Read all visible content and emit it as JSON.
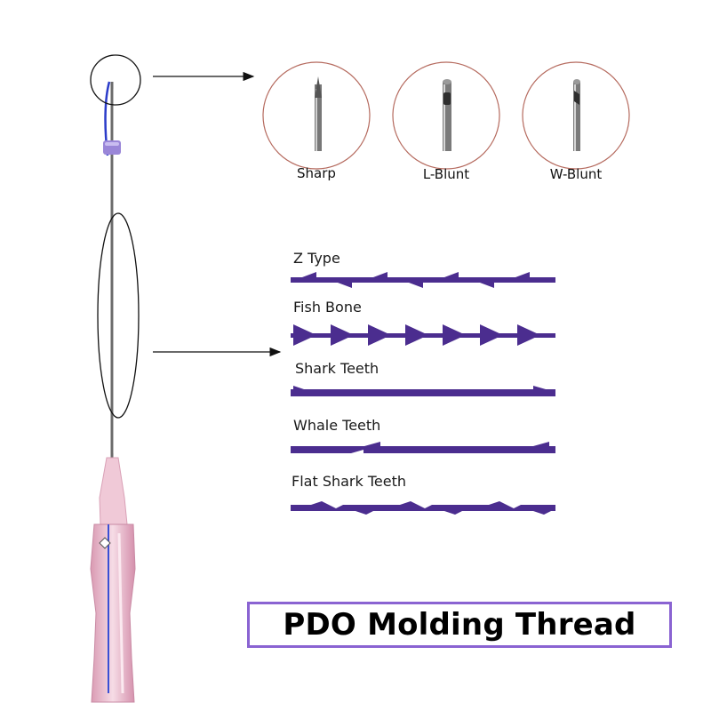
{
  "title": "PDO Molding Thread",
  "needle_tips": [
    {
      "label": "Sharp"
    },
    {
      "label": "L-Blunt"
    },
    {
      "label": "W-Blunt"
    }
  ],
  "thread_types": [
    {
      "label": "Z Type"
    },
    {
      "label": "Fish Bone"
    },
    {
      "label": "Shark Teeth"
    },
    {
      "label": "Whale Teeth"
    },
    {
      "label": "Flat Shark Teeth"
    }
  ],
  "colors": {
    "thread": "#4b2d8f",
    "title_border": "#8a63d2",
    "handle": "#e7b6c8",
    "tip_circle": "#b56a5e",
    "band": "#9a86d8"
  }
}
